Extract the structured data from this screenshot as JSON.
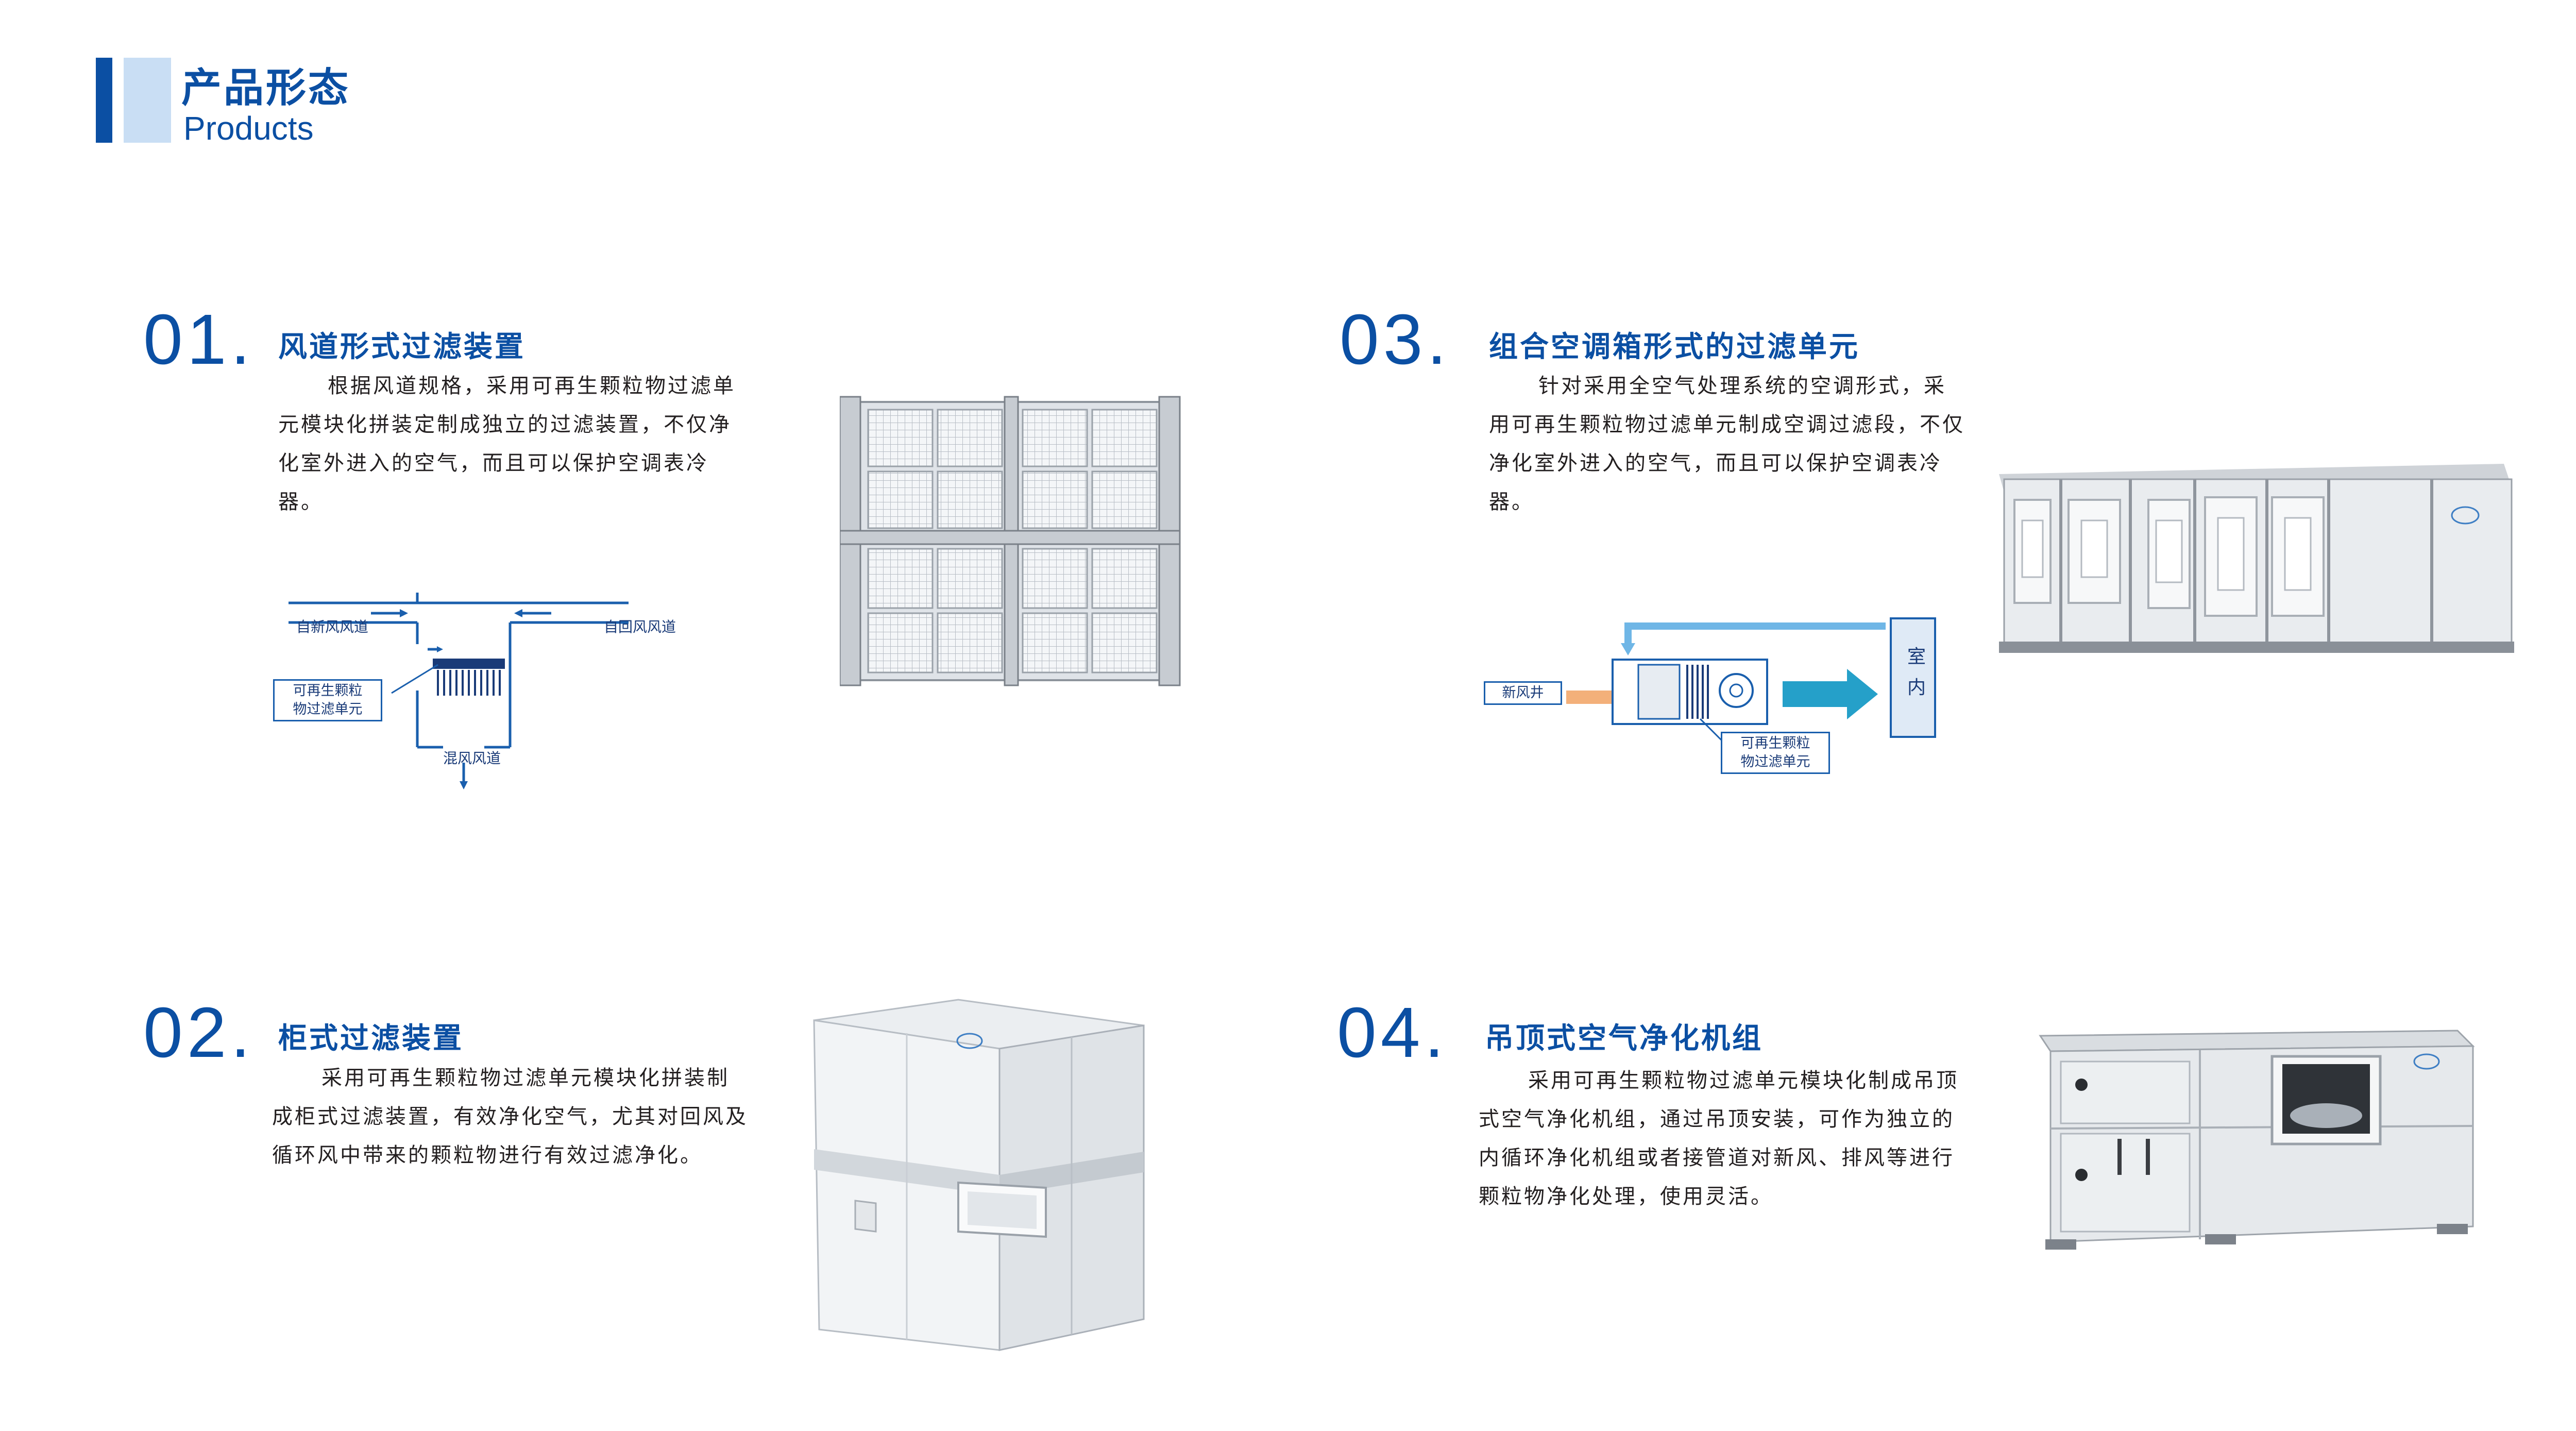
{
  "header": {
    "title_cn": "产品形态",
    "title_en": "Products"
  },
  "sections": [
    {
      "number": "01.",
      "title": "风道形式过滤装置",
      "description": "根据风道规格，采用可再生颗粒物过滤单元模块化拼装定制成独立的过滤装置，不仅净化室外进入的空气，而且可以保护空调表冷器。",
      "diagram": {
        "label_left": "自新风风道",
        "label_right": "自回风风道",
        "label_bottom": "混风风道",
        "label_unit": "可再生颗粒\n物过滤单元"
      }
    },
    {
      "number": "02.",
      "title": "柜式过滤装置",
      "description": "采用可再生颗粒物过滤单元模块化拼装制成柜式过滤装置，有效净化空气，尤其对回风及循环风中带来的颗粒物进行有效过滤净化。"
    },
    {
      "number": "03.",
      "title": "组合空调箱形式的过滤单元",
      "description": "针对采用全空气处理系统的空调形式，采用可再生颗粒物过滤单元制成空调过滤段，不仅净化室外进入的空气，而且可以保护空调表冷器。",
      "diagram": {
        "label_inlet": "新风井",
        "label_room": "室\n内",
        "label_unit": "可再生颗粒\n物过滤单元"
      }
    },
    {
      "number": "04.",
      "title": "吊顶式空气净化机组",
      "description": "采用可再生颗粒物过滤单元模块化制成吊顶式空气净化机组，通过吊顶安装，可作为独立的内循环净化机组或者接管道对新风、排风等进行颗粒物净化处理，使用灵活。"
    }
  ],
  "colors": {
    "accent": "#0b4fa3",
    "accent_light": "#c9def4",
    "text": "#231f20"
  }
}
